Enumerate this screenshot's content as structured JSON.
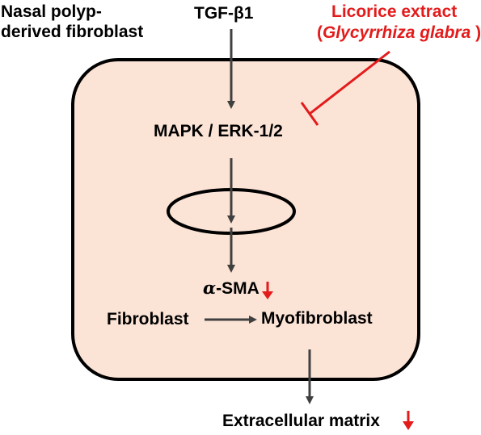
{
  "source_label": {
    "line1": "Nasal polyp-",
    "line2": "derived fibroblast"
  },
  "signal": "TGF-β1",
  "inhibitor": {
    "name": "Licorice extract",
    "paren_open": "(",
    "latin": "Glycyrrhiza glabra",
    "paren_close": " )"
  },
  "pathway": "MAPK / ERK-1/2",
  "marker": {
    "greek": "α",
    "rest": "-SMA"
  },
  "cell_start": "Fibroblast",
  "cell_end": "Myofibroblast",
  "output": "Extracellular matrix",
  "colors": {
    "cell_fill": "#fbe3d6",
    "inhibitor": "#e31b1b",
    "arrow": "#404040",
    "outline": "#000000",
    "down_marker": "#e31b1b"
  }
}
